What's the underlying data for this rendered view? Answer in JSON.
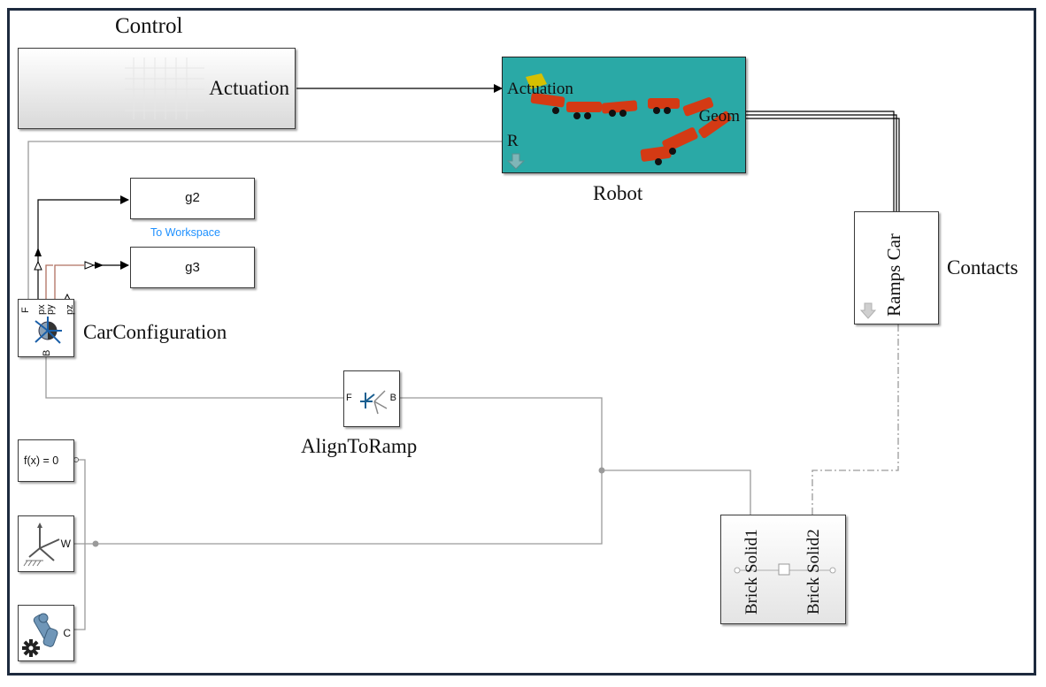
{
  "blocks": {
    "control": {
      "title": "Control",
      "port_label": "Actuation"
    },
    "robot": {
      "name": "Robot",
      "port_actuation": "Actuation",
      "port_geom": "Geom",
      "port_r": "R"
    },
    "g2": {
      "label": "g2",
      "caption": "To Workspace"
    },
    "g3": {
      "label": "g3"
    },
    "contacts": {
      "name": "Contacts",
      "port_text": "Ramps Car"
    },
    "car_configuration": {
      "name": "CarConfiguration",
      "port_f": "F",
      "port_px": "px",
      "port_py": "py",
      "port_pz": "pz",
      "port_b": "B"
    },
    "align_to_ramp": {
      "name": "AlignToRamp",
      "port_f": "F",
      "port_b": "B"
    },
    "solver": {
      "label": "f(x) = 0"
    },
    "world_frame": {
      "port_w": "W"
    },
    "mechanism_config": {
      "port_c": "C"
    },
    "brick_solid": {
      "port1": "Brick Solid1",
      "port2": "Brick Solid2"
    }
  },
  "colors": {
    "frame_border": "#1d2a3e",
    "robot_bg": "#2aa9a6",
    "robot_body": "#d43a14",
    "signal_line": "#000000",
    "physical_line": "#9a9a9a",
    "measure_line": "#b07060",
    "workspace_caption": "#1e90ff"
  },
  "icons": [
    "world-frame-icon",
    "mechanism-config-gear-icon",
    "transform-sensor-icon",
    "rigid-transform-icon",
    "robot-snake-icon"
  ]
}
